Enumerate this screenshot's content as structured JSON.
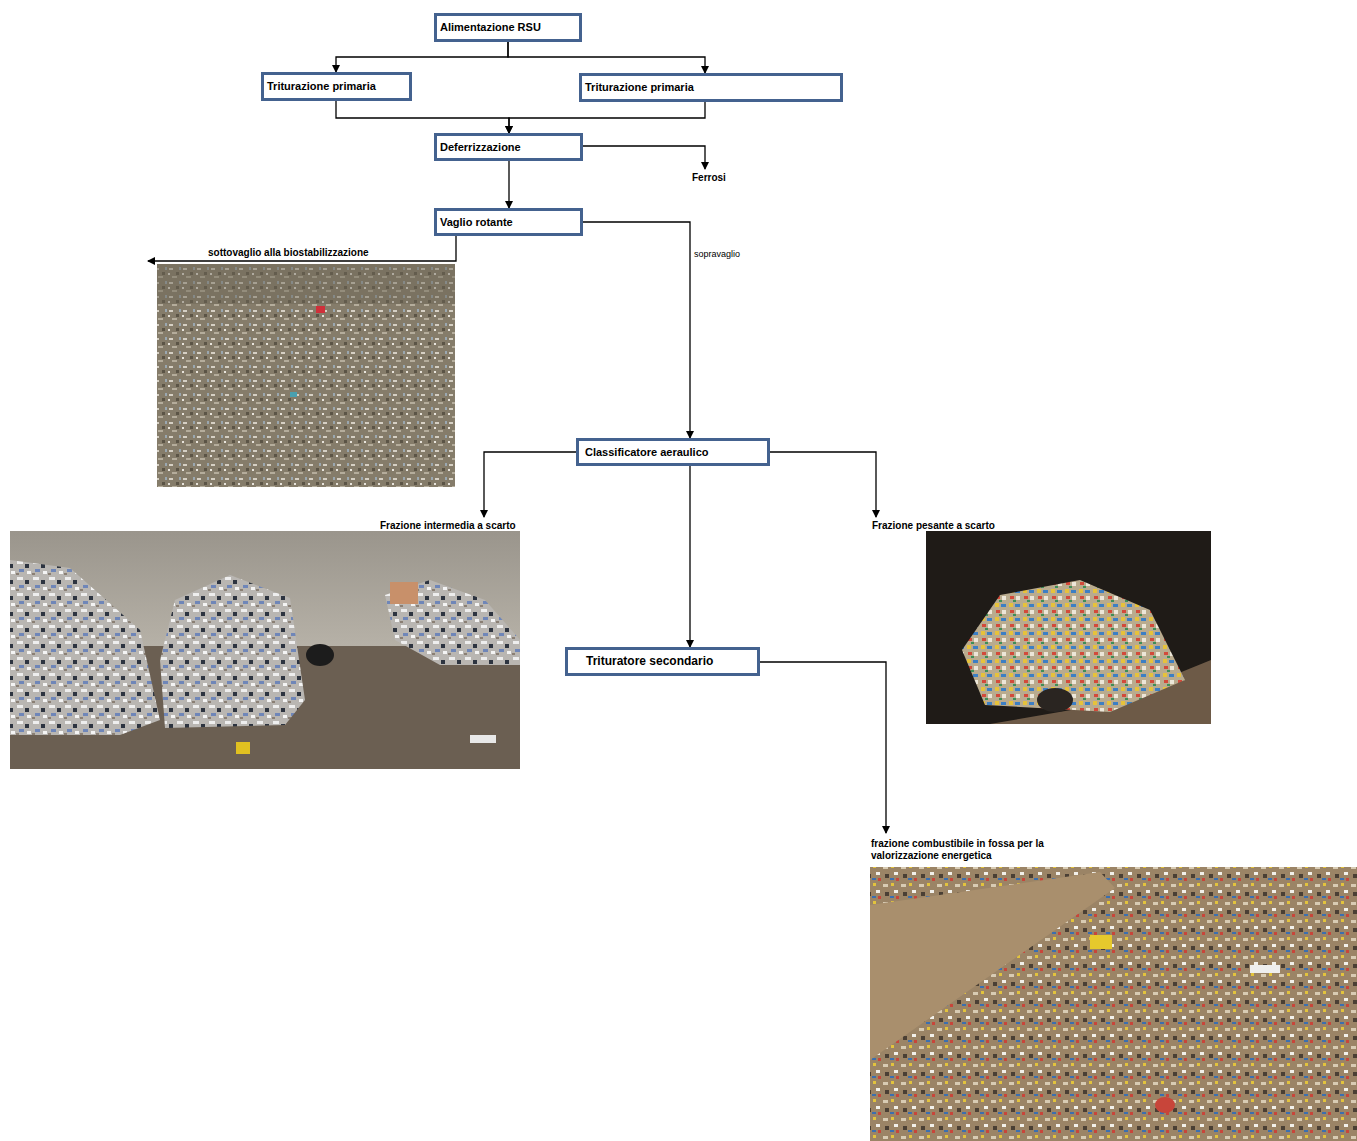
{
  "diagram": {
    "nodes": [
      {
        "text": [
          "Alimentazione RSU"
        ]
      },
      {
        "text": [
          "Triturazione primaria"
        ]
      },
      {
        "text": [
          "Triturazione primaria"
        ]
      },
      {
        "text": [
          "Deferrizzazione"
        ]
      },
      {
        "text": [
          "Vaglio rotante"
        ]
      },
      {
        "text": [
          "Classificatore aeraulico"
        ]
      },
      {
        "text": [
          "Trituratore secondario"
        ]
      }
    ],
    "edges": [
      {
        "from": 0,
        "to": 1,
        "arrow": "to"
      },
      {
        "from": 0,
        "to": 2,
        "arrow": "to"
      },
      {
        "from": 1,
        "to": 3,
        "arrow": "to"
      },
      {
        "from": 2,
        "to": 3,
        "arrow": "to"
      },
      {
        "from": 3,
        "to": 4,
        "arrow": "to"
      },
      {
        "from": 4,
        "to": 5,
        "label": "sopravaglio",
        "arrow": "to"
      },
      {
        "from": 5,
        "to": 6,
        "arrow": "to"
      }
    ],
    "labels": [
      "Ferrosi",
      "sottovaglio alla biostabilizzazione",
      "Frazione intermedia a scarto",
      "Frazione pesante a scarto",
      "frazione combustibile in fossa per la valorizzazione energetica"
    ]
  }
}
